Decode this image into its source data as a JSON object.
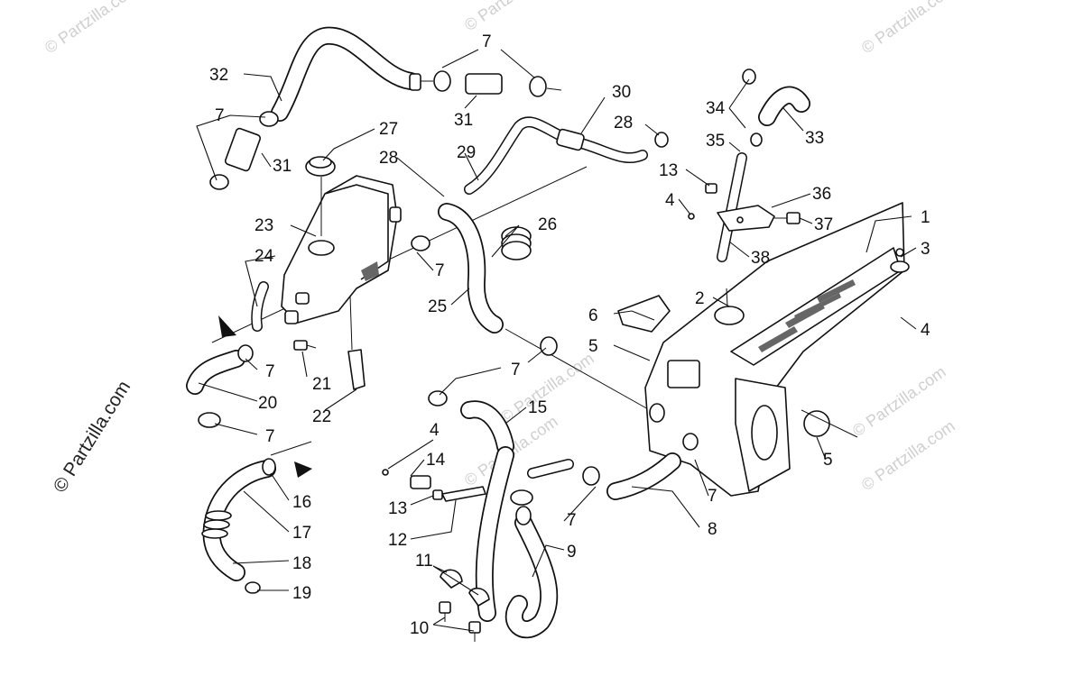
{
  "watermarks": {
    "side": "© Partzilla.com",
    "faint": "© Partzilla.com"
  },
  "callouts": {
    "c1": "1",
    "c2": "2",
    "c3": "3",
    "c4a": "4",
    "c4b": "4",
    "c4c": "4",
    "c5a": "5",
    "c5b": "5",
    "c6": "6",
    "c7a": "7",
    "c7b": "7",
    "c7c": "7",
    "c7d": "7",
    "c7e": "7",
    "c7f": "7",
    "c7g": "7",
    "c7h": "7",
    "c8": "8",
    "c9": "9",
    "c10": "10",
    "c11": "11",
    "c12": "12",
    "c13a": "13",
    "c13b": "13",
    "c14": "14",
    "c15": "15",
    "c16": "16",
    "c17": "17",
    "c18": "18",
    "c19": "19",
    "c20": "20",
    "c21": "21",
    "c22": "22",
    "c23": "23",
    "c24": "24",
    "c25": "25",
    "c26": "26",
    "c27": "27",
    "c28a": "28",
    "c28b": "28",
    "c29": "29",
    "c30": "30",
    "c31a": "31",
    "c31b": "31",
    "c32": "32",
    "c33": "33",
    "c34": "34",
    "c35": "35",
    "c36": "36",
    "c37": "37",
    "c38": "38"
  }
}
